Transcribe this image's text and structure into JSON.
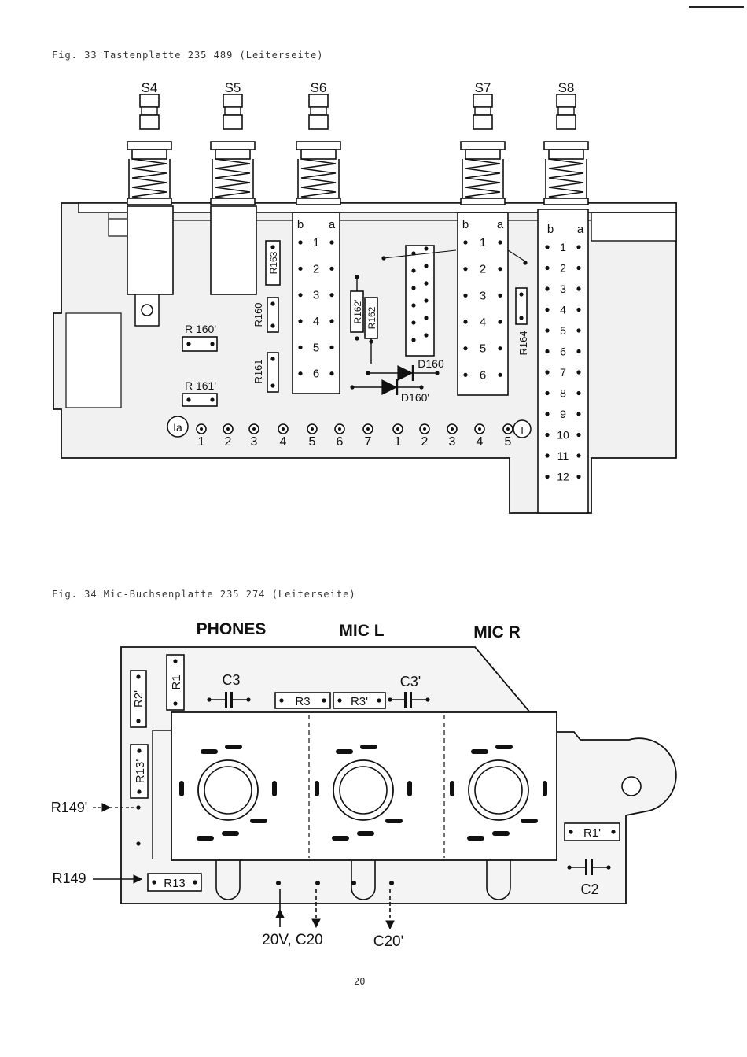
{
  "fig33": {
    "caption": "Fig. 33  Tastenplatte 235 489 (Leiterseite)",
    "switches": [
      "S4",
      "S5",
      "S6",
      "S7",
      "S8"
    ],
    "ab_labels": [
      "b",
      "a"
    ],
    "contacts_6": [
      "1",
      "2",
      "3",
      "4",
      "5",
      "6"
    ],
    "contacts_12": [
      "1",
      "2",
      "3",
      "4",
      "5",
      "6",
      "7",
      "8",
      "9",
      "10",
      "11",
      "12"
    ],
    "resistors": [
      "R 160'",
      "R 161'",
      "R160",
      "R161",
      "R163",
      "R162'",
      "R162",
      "R164"
    ],
    "diodes": [
      "D160",
      "D160'"
    ],
    "group_labels": [
      "Ia",
      "I"
    ],
    "terminals_ia": [
      "1",
      "2",
      "3",
      "4",
      "5",
      "6",
      "7"
    ],
    "terminals_i": [
      "1",
      "2",
      "3",
      "4",
      "5"
    ]
  },
  "fig34": {
    "caption": "Fig. 34  Mic-Buchsenplatte 235 274 (Leiterseite)",
    "jacks": [
      "PHONES",
      "MIC L",
      "MIC R"
    ],
    "components": [
      "R1",
      "R2'",
      "R13'",
      "R13",
      "C3",
      "R3",
      "R3'",
      "C3'",
      "R1'",
      "C2"
    ],
    "side_labels": [
      "R149'",
      "R149"
    ],
    "bottom_labels": [
      "20V, C20",
      "C20'"
    ]
  },
  "page_number": "20"
}
